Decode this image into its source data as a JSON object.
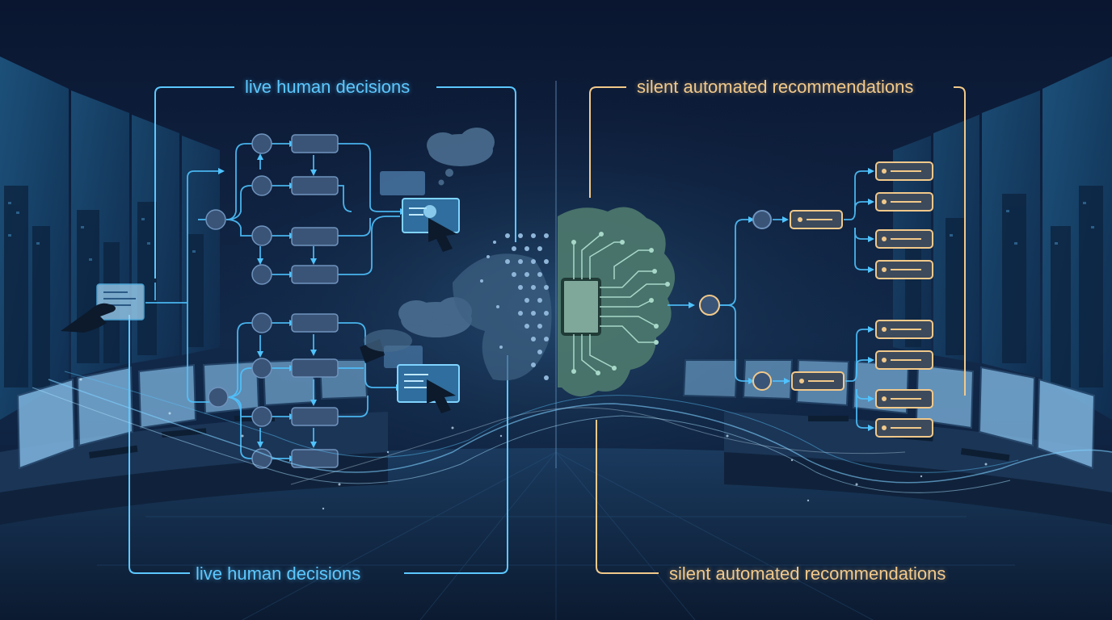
{
  "labels": {
    "human_top": "live human decisions",
    "human_bottom": "live human decisions",
    "auto_top": "silent automated recommendations",
    "auto_bottom": "silent automated recommendations"
  },
  "colors": {
    "background": "#0b1a33",
    "human_accent": "#5cc8ff",
    "auto_accent": "#f2c98a",
    "node_fill": "#3a5478",
    "chip_fill": "#4e7a6e"
  },
  "icons": [
    "hand-pointer-icon",
    "cloud-icon",
    "brain-circuit-icon",
    "window-card-icon"
  ]
}
